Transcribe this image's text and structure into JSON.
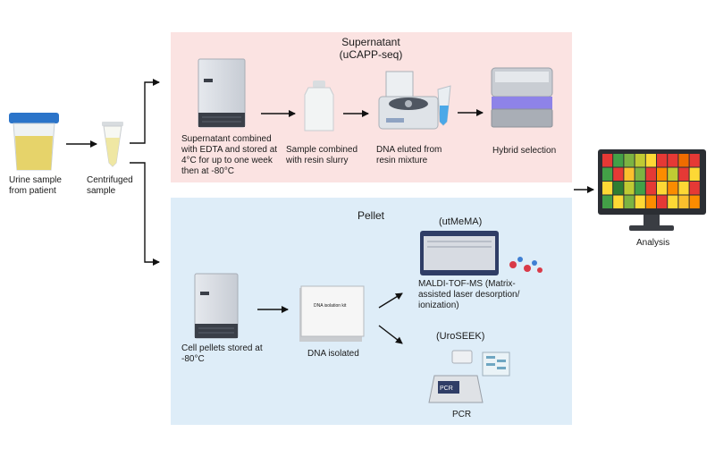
{
  "sections": {
    "supernatant": {
      "title": "Supernatant",
      "subtitle": "(uCAPP-seq)"
    },
    "pellet": {
      "title": "Pellet"
    }
  },
  "labels": {
    "urine": [
      "Urine sample",
      "from patient"
    ],
    "centrifuged": [
      "Centrifuged",
      "sample"
    ],
    "supernatant_store": [
      "Supernatant combined",
      "with EDTA and stored at",
      "4°C for up to one week",
      "then at -80°C"
    ],
    "resin": [
      "Sample combined",
      "with resin slurry"
    ],
    "eluted": [
      "DNA eluted from",
      "resin mixture"
    ],
    "hybrid": "Hybrid selection",
    "analysis": "Analysis",
    "utmema": "(utMeMA)",
    "maldi": [
      "MALDI-TOF-MS (Matrix-",
      "assisted laser desorption/",
      "ionization)"
    ],
    "uroseek": "(UroSEEK)",
    "pcr": "PCR",
    "cell_pellets": [
      "Cell pellets stored at",
      "-80°C"
    ],
    "dna_isolated": "DNA isolated",
    "kit": "DNA isolation kit",
    "pcr_device": "PCR"
  },
  "heatmap": [
    [
      "#e53935",
      "#43a047",
      "#7cb342",
      "#c0ca33",
      "#fdd835",
      "#e53935",
      "#e53935",
      "#ef6c00",
      "#e53935"
    ],
    [
      "#43a047",
      "#e53935",
      "#fbc02d",
      "#7cb342",
      "#e53935",
      "#fb8c00",
      "#c0ca33",
      "#e53935",
      "#fdd835"
    ],
    [
      "#fdd835",
      "#2e7d32",
      "#c0ca33",
      "#43a047",
      "#e53935",
      "#fdd835",
      "#fb8c00",
      "#fdd835",
      "#e53935"
    ],
    [
      "#43a047",
      "#fdd835",
      "#7cb342",
      "#fdd835",
      "#fb8c00",
      "#e53935",
      "#fdd835",
      "#fbc02d",
      "#fb8c00"
    ]
  ]
}
